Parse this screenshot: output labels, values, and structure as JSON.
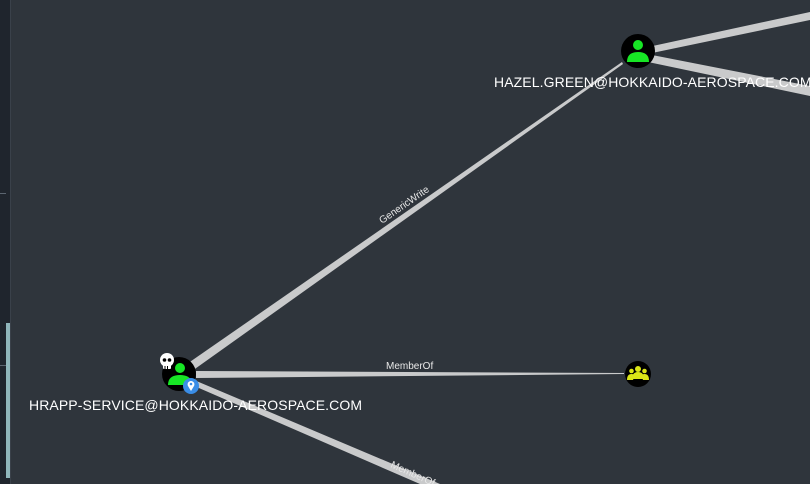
{
  "nodes": {
    "hazel": {
      "label": "HAZEL.GREEN@HOKKAIDO-AEROSPACE.COM",
      "type": "user",
      "icon": "user-icon"
    },
    "hrapp": {
      "label": "HRAPP-SERVICE@HOKKAIDO-AEROSPACE.COM",
      "type": "user",
      "icon": "user-icon",
      "badges": [
        "skull-icon",
        "location-pin-icon"
      ]
    },
    "group": {
      "label": "",
      "type": "group",
      "icon": "group-icon"
    }
  },
  "edges": {
    "generic_write": "GenericWrite",
    "member_of_1": "MemberOf",
    "member_of_2": "MemberOf"
  },
  "colors": {
    "background": "#2f353c",
    "user_node_fill": "#17e625",
    "group_node_fill": "#dbe617",
    "edge": "#c9cacb",
    "label": "#ffffff"
  }
}
